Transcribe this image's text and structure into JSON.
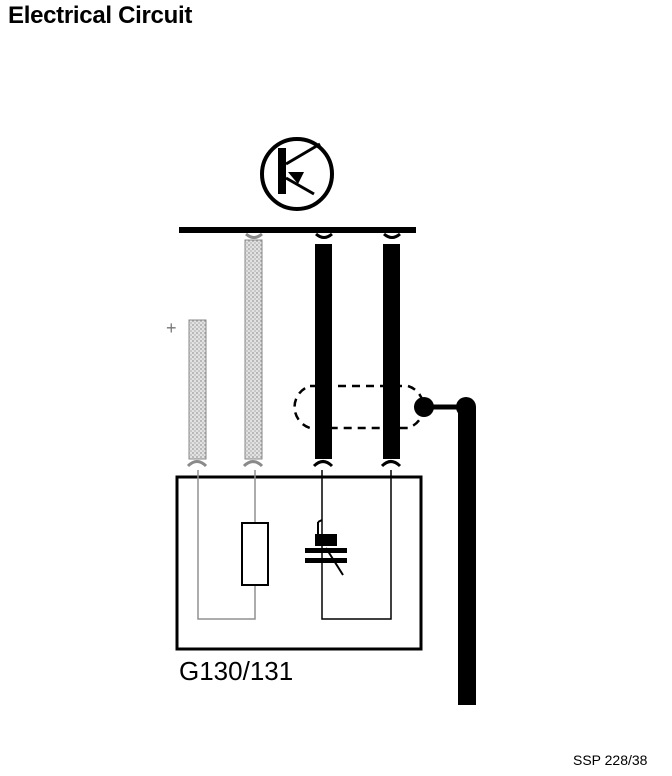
{
  "title": "Electrical Circuit",
  "component_label": "G130/131",
  "reference": "SSP 228/38",
  "plus_symbol": "+",
  "icons": {
    "control_unit": "transistor-symbol-icon",
    "resistor": "resistor-icon",
    "varactor": "variable-capacitor-icon",
    "shield": "shield-loop-icon"
  },
  "colors": {
    "line": "#000000",
    "grey_wire": "#c8c8c8",
    "grey_wire_edge": "#8a8a8a",
    "background": "#ffffff"
  }
}
